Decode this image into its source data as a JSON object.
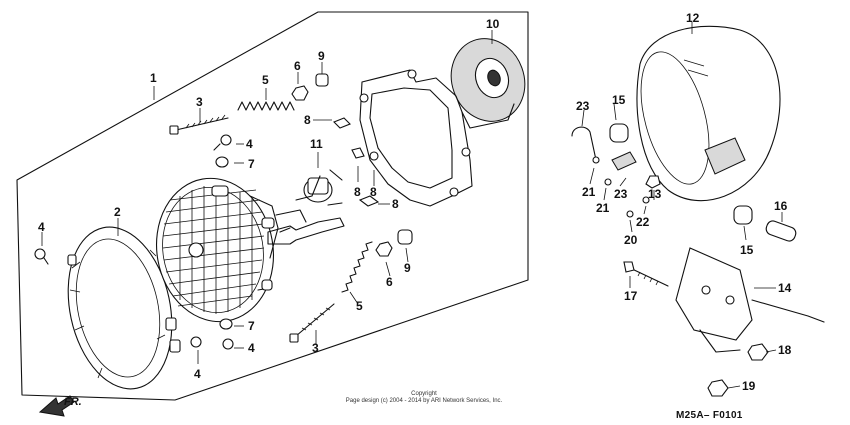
{
  "callouts": {
    "c1": "1",
    "c2": "2",
    "c3a": "3",
    "c3b": "3",
    "c4a": "4",
    "c4b": "4",
    "c4c": "4",
    "c4d": "4",
    "c5a": "5",
    "c5b": "5",
    "c6a": "6",
    "c6b": "6",
    "c7a": "7",
    "c7b": "7",
    "c8a": "8",
    "c8b": "8",
    "c8c": "8",
    "c8d": "8",
    "c9a": "9",
    "c9b": "9",
    "c10": "10",
    "c11": "11",
    "c12": "12",
    "c13": "13",
    "c14": "14",
    "c15a": "15",
    "c15b": "15",
    "c16": "16",
    "c17": "17",
    "c18": "18",
    "c19": "19",
    "c20": "20",
    "c21a": "21",
    "c21b": "21",
    "c22": "22",
    "c23a": "23",
    "c23b": "23"
  },
  "front_label": "FR.",
  "diagram_code": "M25A– F0101",
  "copyright_line1": "Copyright",
  "copyright_line2": "Page design (c) 2004 - 2014 by ARI Network Services, Inc."
}
